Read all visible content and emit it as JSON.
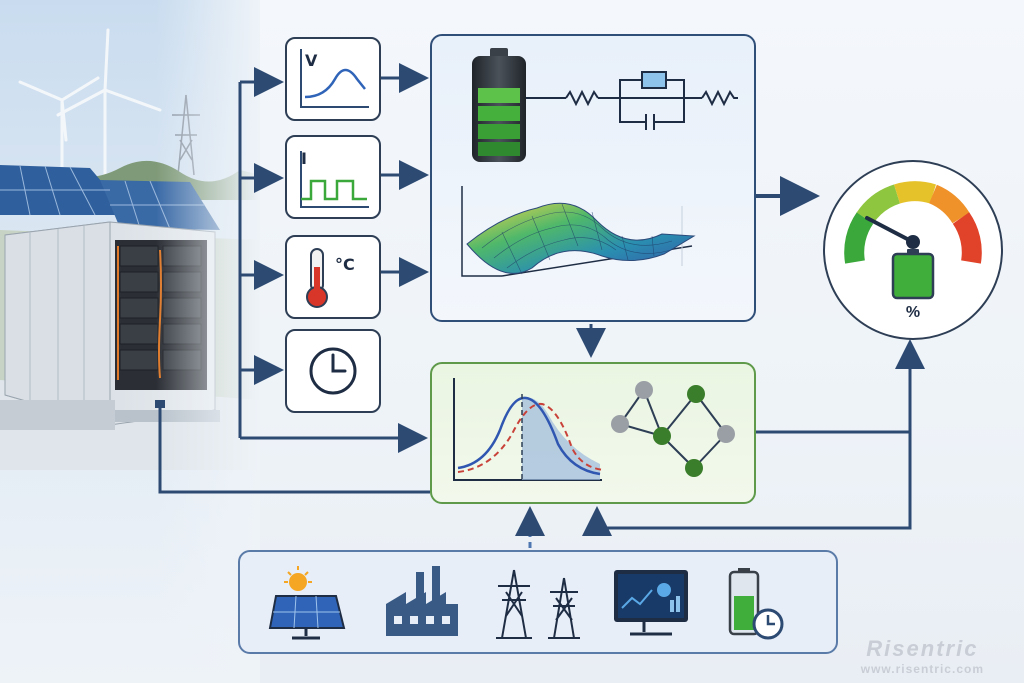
{
  "diagram": {
    "sensors": [
      {
        "id": "voltage",
        "label": "V",
        "icon": "voltage-curve-icon"
      },
      {
        "id": "current",
        "label": "I",
        "icon": "current-pulse-icon"
      },
      {
        "id": "temperature",
        "label": "°C",
        "icon": "thermometer-icon"
      },
      {
        "id": "time",
        "label": "",
        "icon": "clock-icon"
      }
    ],
    "gauge": {
      "label": "%",
      "icon": "state-gauge-icon"
    },
    "sources": [
      {
        "icon": "solar-panel-icon"
      },
      {
        "icon": "factory-icon"
      },
      {
        "icon": "transmission-tower-icon"
      },
      {
        "icon": "monitoring-dashboard-icon"
      },
      {
        "icon": "battery-clock-icon"
      }
    ],
    "watermark": {
      "brand": "Risentric",
      "url": "www.risentric.com"
    },
    "colors": {
      "arrow": "#2d4a73",
      "battery_green": "#3fae3a",
      "gauge_red": "#e0432a",
      "gauge_green": "#3aa83a",
      "estimator_border": "#5e9a4a",
      "model_border": "#2f4e78"
    }
  }
}
